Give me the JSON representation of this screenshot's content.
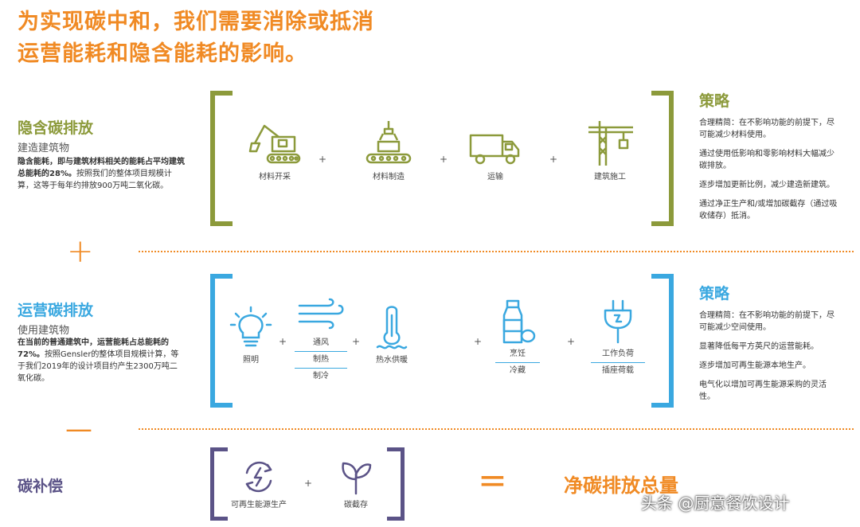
{
  "headline": {
    "line1": "为实现碳中和，我们需要消除或抵消",
    "line2": "运营能耗和隐含能耗的影响。"
  },
  "embodied": {
    "title": "隐含碳排放",
    "subtitle": "建造建筑物",
    "desc_bold": "隐含能耗，即与建筑材料相关的能耗占平均建筑总能耗的28%。",
    "desc_rest": "按照我们的整体项目规模计算，这等于每年约排放900万吨二氧化碳。",
    "icons": [
      {
        "icon": "excavator-icon",
        "label": "材料开采"
      },
      {
        "icon": "conveyor-icon",
        "label": "材料制造"
      },
      {
        "icon": "dump-truck-icon",
        "label": "运输"
      },
      {
        "icon": "crane-icon",
        "label": "建筑施工"
      }
    ],
    "strategy_title": "策略",
    "strategies": [
      "合理精简：在不影响功能的前提下，尽可能减少材料使用。",
      "通过使用低影响和零影响材料大幅减少碳排放。",
      "逐步增加更新比例，减少建造新建筑。",
      "通过净正生产和/或增加碳截存（通过吸收储存）抵消。"
    ],
    "color": "#8c9a3b"
  },
  "operational": {
    "title": "运营碳排放",
    "subtitle": "使用建筑物",
    "desc_bold": "在当前的普通建筑中，运营能耗占总能耗的72%。",
    "desc_rest": "按照Gensler的整体项目规模计算，等于我们2019年的设计项目约产生2300万吨二氧化碳。",
    "icons": {
      "lighting": "照明",
      "hvac_1": "通风",
      "hvac_2": "制热",
      "hvac_3": "制冷",
      "hot_water": "热水供暖",
      "cooking_1": "烹饪",
      "cooking_2": "冷藏",
      "plug_1": "工作负荷",
      "plug_2": "插座荷载"
    },
    "strategy_title": "策略",
    "strategies": [
      "合理精简：在不影响功能的前提下，尽可能减少空间使用。",
      "显著降低每平方英尺的运营能耗。",
      "逐步增加可再生能源本地生产。",
      "电气化以增加可再生能源采购的灵活性。"
    ],
    "color": "#3aa8e0"
  },
  "offset": {
    "title": "碳补偿",
    "icons": [
      {
        "icon": "renewable-energy-icon",
        "label": "可再生能源生产"
      },
      {
        "icon": "sprout-icon",
        "label": "碳截存"
      }
    ],
    "color": "#5b5387"
  },
  "operators": {
    "plus": "+",
    "minus": "—",
    "equals": "="
  },
  "result": "净碳排放总量",
  "watermark": "头条 @厨意餐饮设计",
  "accent": "#f08a24"
}
